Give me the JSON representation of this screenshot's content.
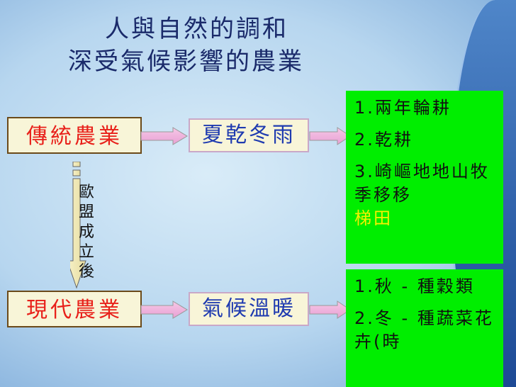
{
  "title": {
    "line1": "人與自然的調和",
    "line2": "深受氣候影響的農業"
  },
  "traditional": {
    "label": "傳統農業",
    "climate": "夏乾冬雨",
    "items": [
      "1.兩年輪耕",
      "2.乾耕",
      "3.崎嶇地地山牧季移移"
    ],
    "highlight": "梯田"
  },
  "transition": {
    "chars": [
      "歐",
      "盟",
      "成",
      "立",
      "後"
    ]
  },
  "modern": {
    "label": "現代農業",
    "climate": "氣候溫暖",
    "items": [
      "1.秋 - 種穀類",
      "2.冬 - 種蔬菜花卉(時"
    ]
  },
  "colors": {
    "agri_text": "#e8201a",
    "climate_text": "#1f3bb0",
    "green_box": "#00ee00",
    "highlight": "#f6f000"
  }
}
